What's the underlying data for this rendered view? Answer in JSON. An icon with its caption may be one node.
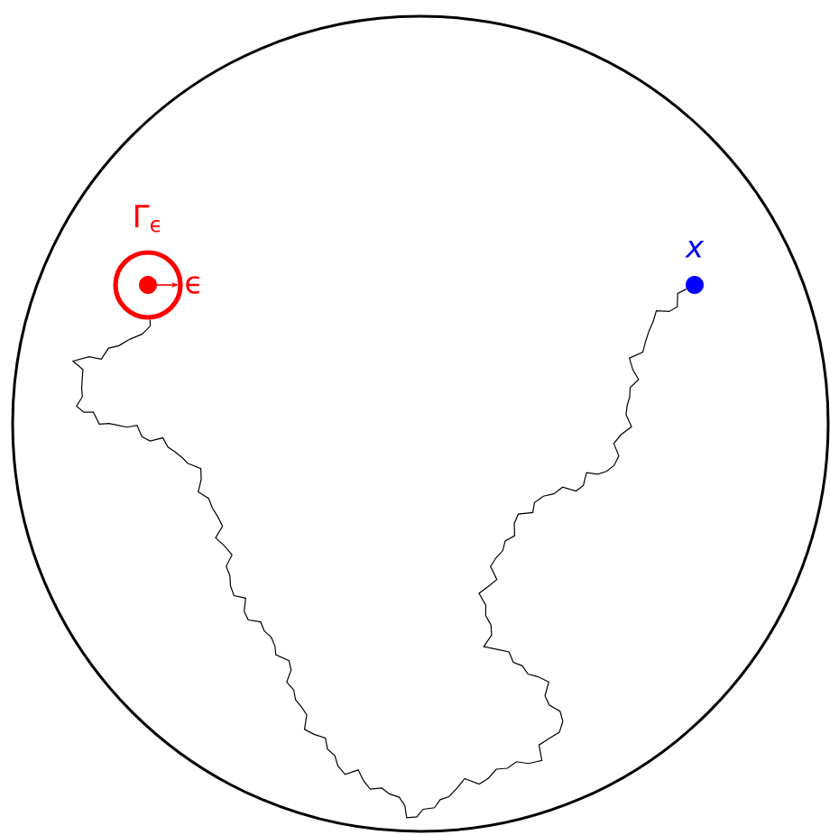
{
  "diagram": {
    "nodes": [
      {
        "text": [],
        "shape": "circle"
      },
      {
        "text": [],
        "shape": "circle",
        "in": 0,
        "beside": [
          "x"
        ]
      },
      {
        "text": [
          "Γ$_{ϵ}$"
        ],
        "in": 0
      }
    ],
    "edges": [
      {
        "from": 1,
        "to": 2,
        "arrow": "none"
      }
    ],
    "labels": [
      "ϵ"
    ]
  }
}
